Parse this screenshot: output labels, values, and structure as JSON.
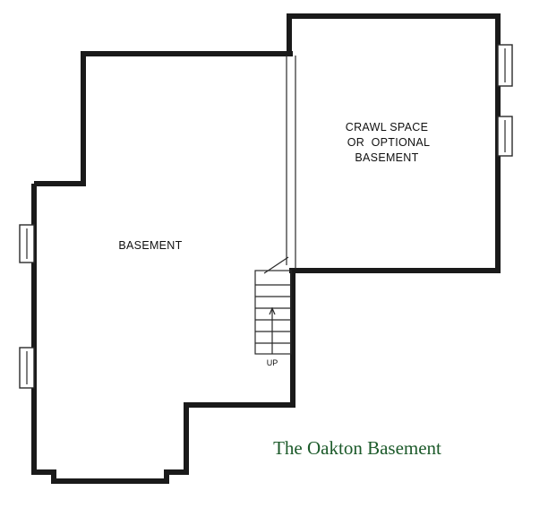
{
  "rooms": {
    "basement": "BASEMENT",
    "crawl_space": [
      "CRAWL SPACE",
      "OR  OPTIONAL",
      "BASEMENT"
    ]
  },
  "stairs": {
    "label": "UP"
  },
  "caption": "The Oakton Basement",
  "colors": {
    "wall": "#1a1a1a",
    "caption": "#1c5a2a"
  }
}
